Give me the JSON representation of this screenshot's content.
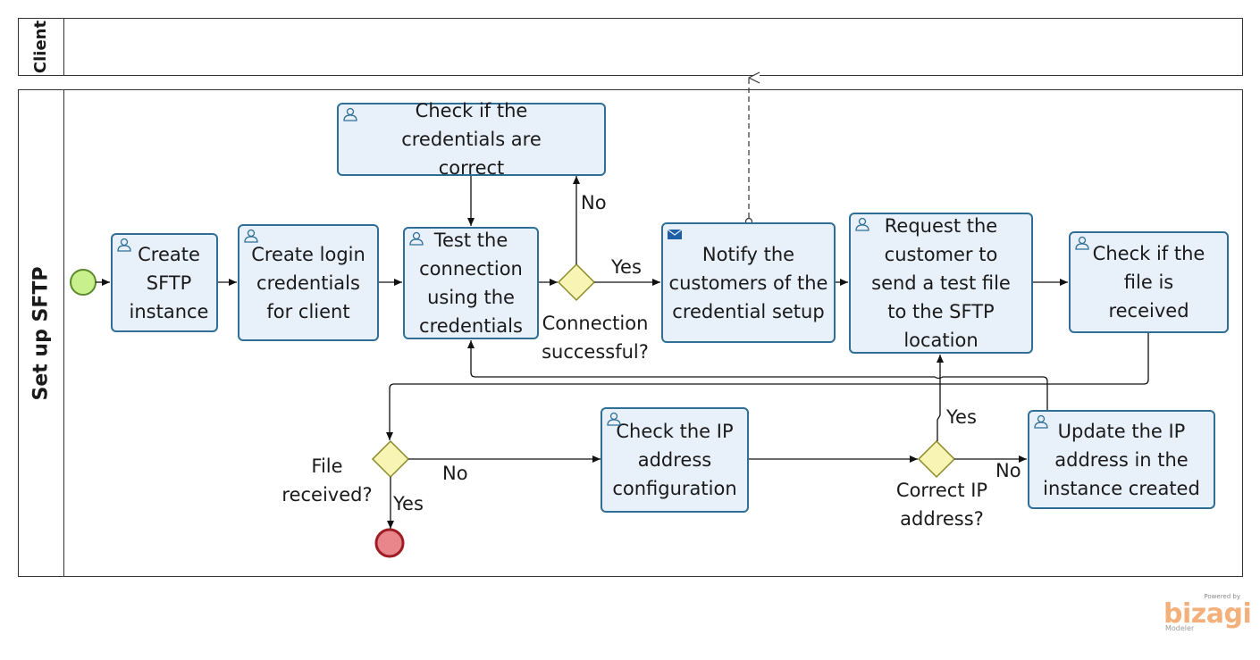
{
  "pools": {
    "client": {
      "label": "Client"
    },
    "sftp": {
      "label": "Set up SFTP"
    }
  },
  "tasks": {
    "create_instance": {
      "label": "Create SFTP instance",
      "icon": "user-task-icon"
    },
    "create_credentials": {
      "label": "Create login credentials for client",
      "icon": "user-task-icon"
    },
    "test_connection": {
      "label": "Test the connection using the credentials",
      "icon": "user-task-icon"
    },
    "check_credentials": {
      "label": "Check if the credentials are correct",
      "icon": "user-task-icon"
    },
    "notify_customers": {
      "label": "Notify the customers of the credential setup",
      "icon": "send-task-envelope-icon"
    },
    "request_test_file": {
      "label": "Request the customer to send a test file to the SFTP location",
      "icon": "user-task-icon"
    },
    "check_file_received": {
      "label": "Check if the file is received",
      "icon": "user-task-icon"
    },
    "check_ip_config": {
      "label": "Check the IP address configuration",
      "icon": "user-task-icon"
    },
    "update_ip": {
      "label": "Update the IP address in the instance created",
      "icon": "user-task-icon"
    }
  },
  "gateways": {
    "connection_successful": {
      "label": "Connection successful?"
    },
    "file_received": {
      "label": "File received?"
    },
    "correct_ip": {
      "label": "Correct IP address?"
    }
  },
  "edge_labels": {
    "conn_no": "No",
    "conn_yes": "Yes",
    "file_no": "No",
    "file_yes": "Yes",
    "ip_yes": "Yes",
    "ip_no": "No"
  },
  "branding": {
    "powered": "Powered by",
    "logo": "bizagi",
    "product": "Modeler"
  },
  "colors": {
    "task_fill": "#e8f0fa",
    "task_border": "#2f6f96",
    "start_event": "#c8f08c",
    "end_event": "#e8868c",
    "gateway": "#f8f4b4",
    "brand": "#f3b07a"
  }
}
